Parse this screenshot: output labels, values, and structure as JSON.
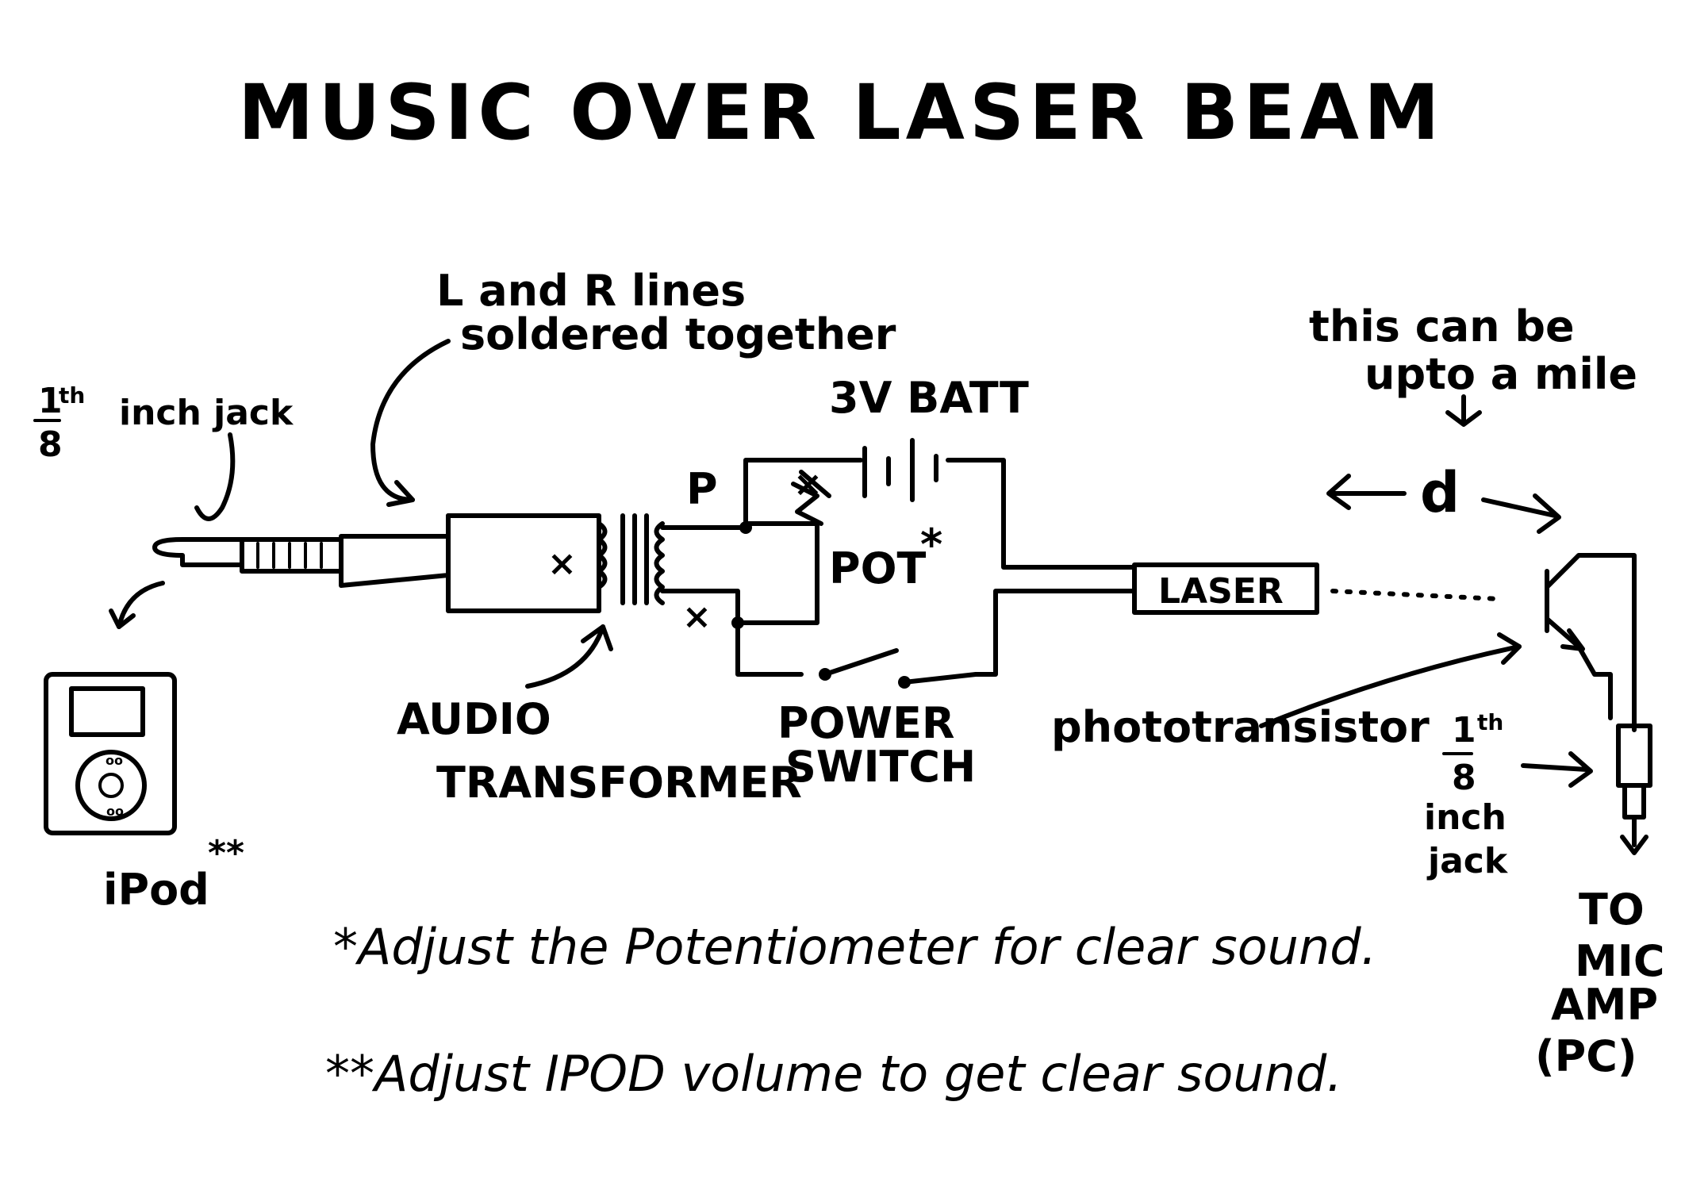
{
  "title": "MUSIC OVER LASER BEAM",
  "labels": {
    "jack_frac_num": "1",
    "jack_frac_sup": "th",
    "jack_frac_den": "8",
    "jack_text": "inch jack",
    "lr_line1": "L and R lines",
    "lr_line2": "soldered together",
    "batt": "3V BATT",
    "p": "P",
    "pot": "POT",
    "pot_mark": "*",
    "distance_note_1": "this can be",
    "distance_note_2": "upto a mile",
    "distance_symbol": "d",
    "laser": "LASER",
    "audio_1": "AUDIO",
    "audio_2": "TRANSFORMER",
    "power_1": "POWER",
    "power_2": "SWITCH",
    "phototransistor": "phototransistor",
    "rjack_num": "1",
    "rjack_sup": "th",
    "rjack_den": "8",
    "rjack_1": "inch",
    "rjack_2": "jack",
    "ipod": "iPod",
    "ipod_mark": "**",
    "to_1": "TO",
    "to_2": "MIC",
    "to_3": "AMP",
    "to_4": "(PC)"
  },
  "notes": [
    "*Adjust the Potentiometer for clear sound.",
    "**Adjust IPOD volume to get clear sound."
  ]
}
